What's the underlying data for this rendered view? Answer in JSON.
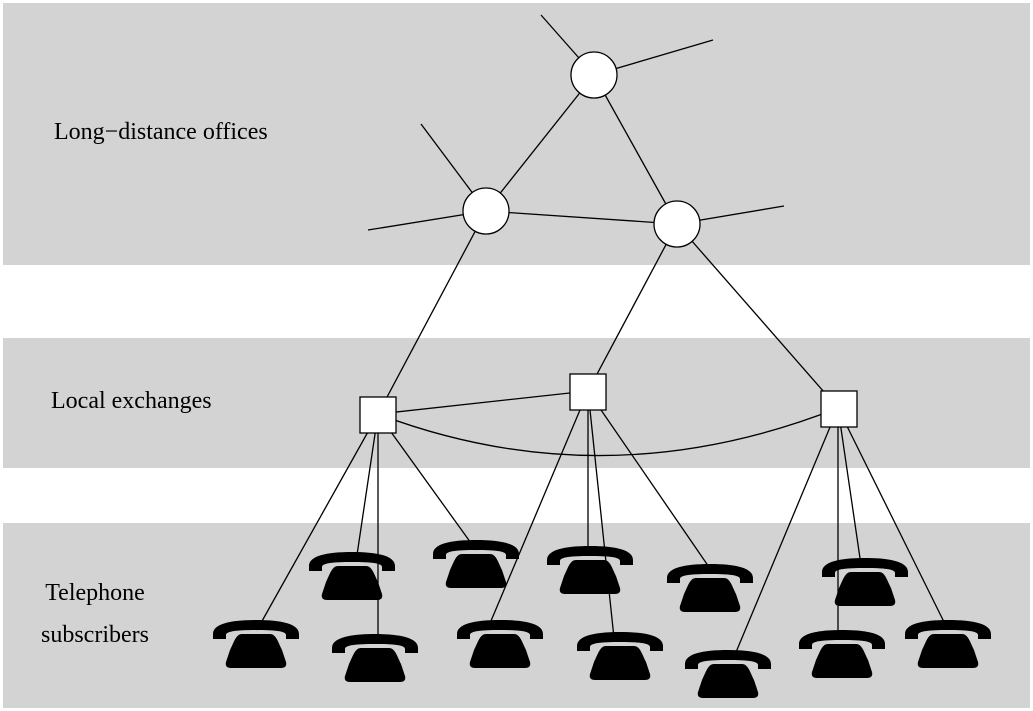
{
  "layers": {
    "long_distance": "Long−distance offices",
    "local": "Local exchanges",
    "subscribers": "Telephone\nsubscribers"
  },
  "colors": {
    "band": "#d3d3d3",
    "node_fill": "#ffffff",
    "stroke": "#000000",
    "phone": "#000000"
  },
  "icons": {
    "office": "circle",
    "exchange": "square",
    "subscriber": "telephone-icon"
  }
}
